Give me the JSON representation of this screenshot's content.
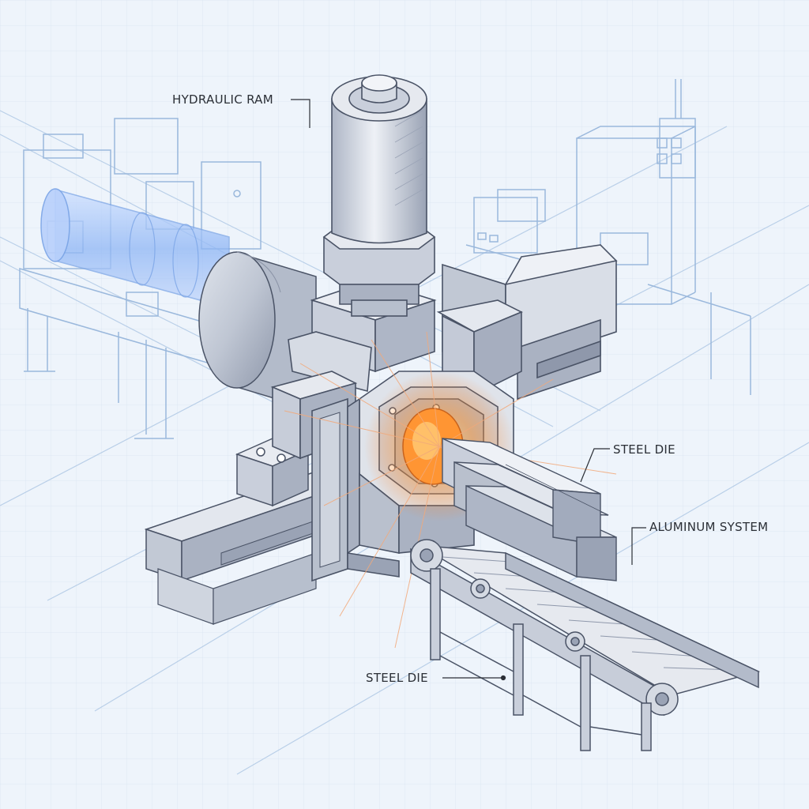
{
  "labels": {
    "hydraulic_ram": "HYDRAULIC RAM",
    "steel_die_upper": "STEEL DIE",
    "aluminum_system": "ALUMINUM SYSTEM",
    "steel_die_lower": "STEEL DIE"
  },
  "colors": {
    "background": "#eef4fb",
    "blueprint_line": "#9ab8dc",
    "machine_metal": "#c9cfdb",
    "metal_edge": "#4a5366",
    "billet_glow": "#ff8a2a",
    "leader_line": "#2b2f36"
  }
}
